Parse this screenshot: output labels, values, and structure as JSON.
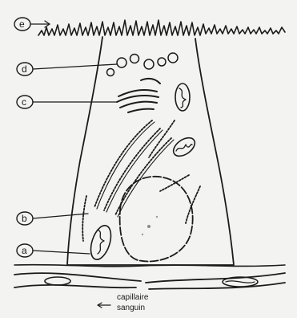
{
  "figure": {
    "labels": [
      "e",
      "d",
      "c",
      "b",
      "a"
    ],
    "caption_line1": "capillaire",
    "caption_line2": "sanguin"
  },
  "colors": {
    "ink": "#1b1b1b",
    "paper": "#f3f3f1"
  }
}
